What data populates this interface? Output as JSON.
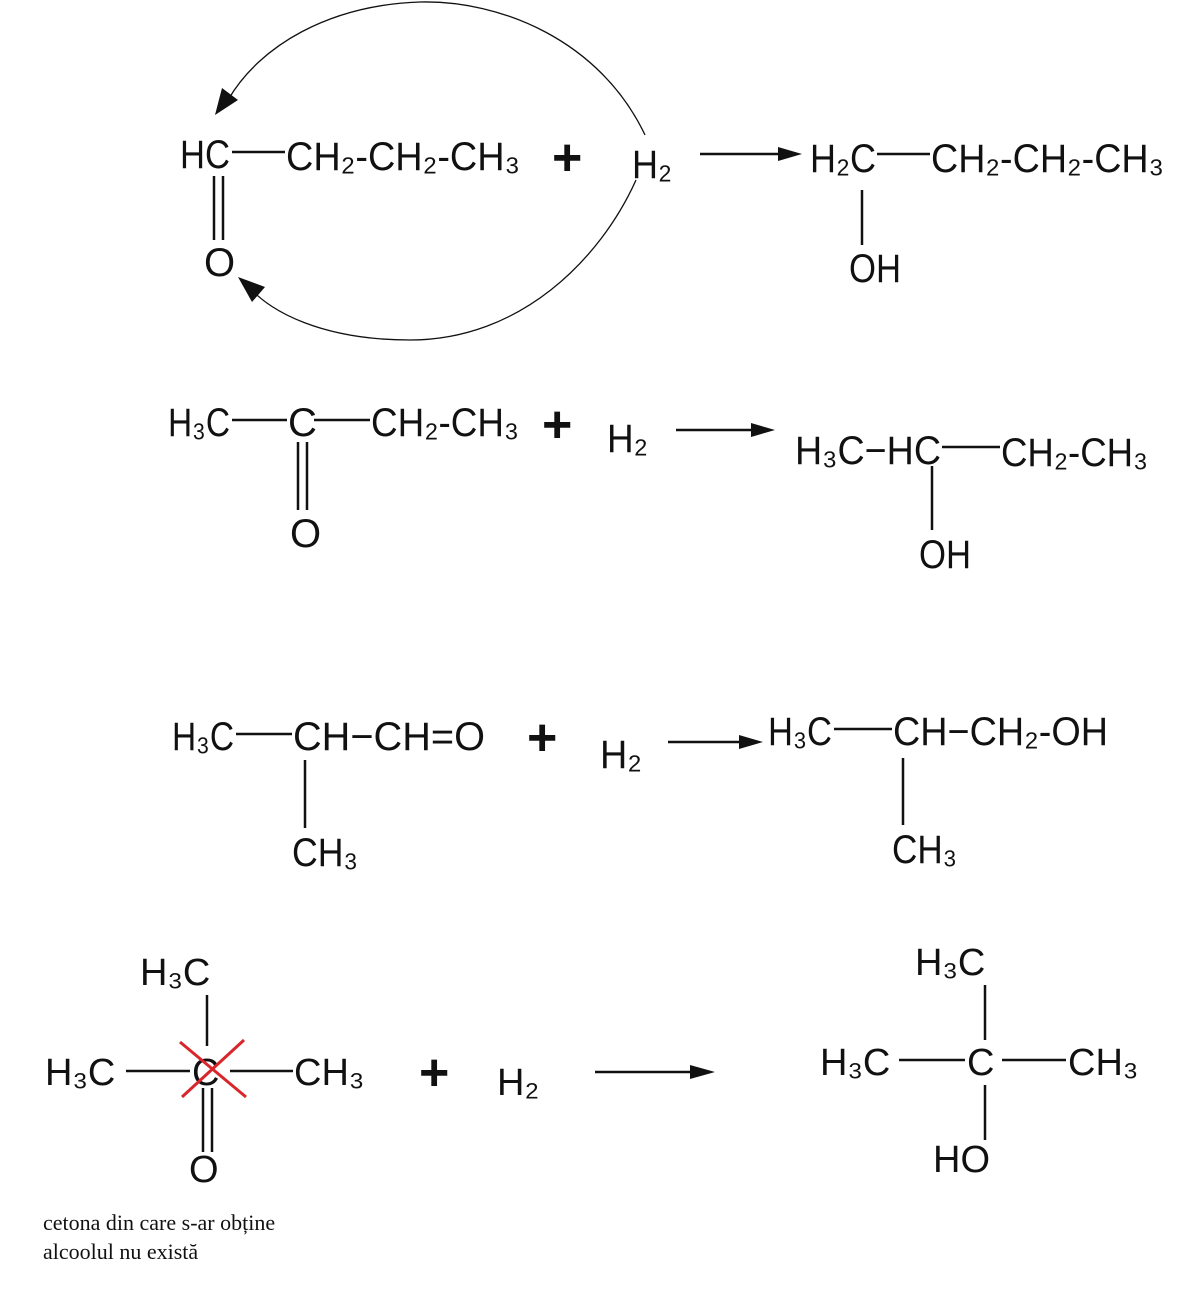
{
  "reactions": [
    {
      "reactant": {
        "main": "HC",
        "chain": "CH₂-CH₂-CH₃",
        "oxygen": "O"
      },
      "plus": "+",
      "reagent": "H₂",
      "product": {
        "main": "H₂C",
        "chain": "CH₂-CH₂-CH₃",
        "substituent": "OH"
      }
    },
    {
      "reactant": {
        "left": "H₃C",
        "center": "C",
        "chain": "CH₂-CH₃",
        "oxygen": "O"
      },
      "plus": "+",
      "reagent": "H₂",
      "product": {
        "main": "H₃C−HC",
        "chain": "CH₂-CH₃",
        "substituent": "OH"
      }
    },
    {
      "reactant": {
        "left": "H₃C",
        "chain": "CH−CH=O",
        "substituent": "CH₃"
      },
      "plus": "+",
      "reagent": "H₂",
      "product": {
        "left": "H₃C",
        "chain": "CH−CH₂-OH",
        "substituent": "CH₃"
      }
    },
    {
      "reactant": {
        "top": "H₃C",
        "left": "H₃C",
        "center": "C",
        "right": "CH₃",
        "oxygen": "O"
      },
      "plus": "+",
      "reagent": "H₂",
      "product": {
        "top": "H₃C",
        "left": "H₃C",
        "center": "C",
        "right": "CH₃",
        "bottom": "HO"
      }
    }
  ],
  "caption": {
    "line1": "cetona din care s-ar obține",
    "line2": "alcoolul nu există"
  },
  "colors": {
    "strike": "#d9262c",
    "ink": "#111111"
  }
}
